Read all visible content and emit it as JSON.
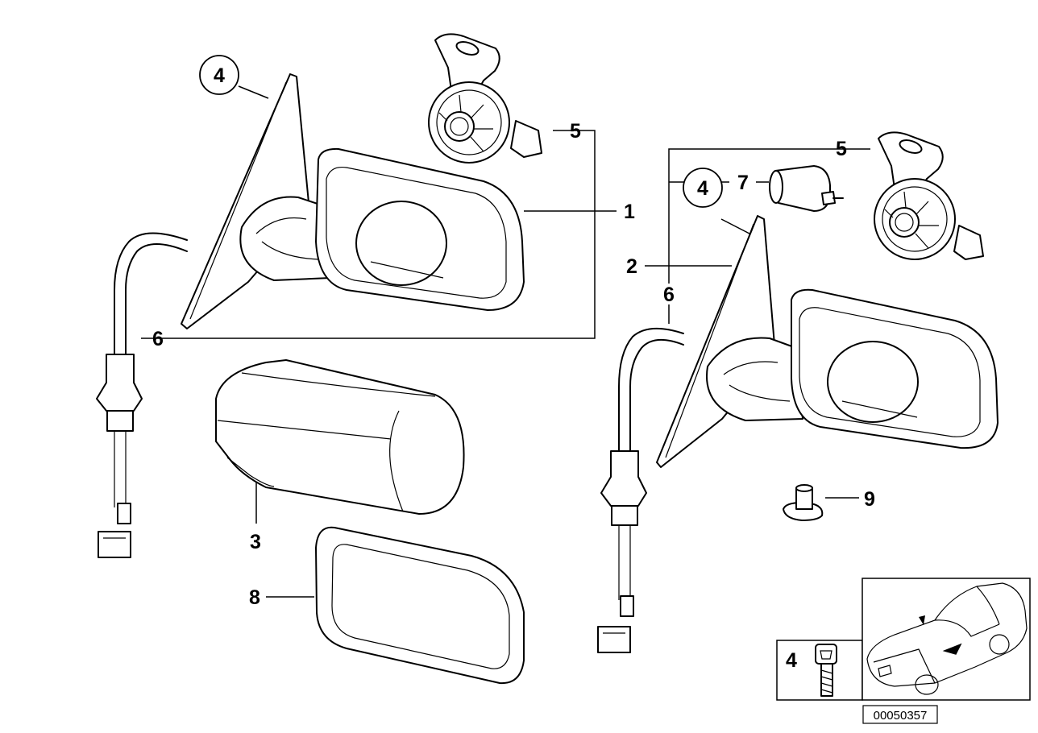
{
  "callouts": {
    "c1": "1",
    "c2": "2",
    "c3": "3",
    "c4_left": "4",
    "c4_right": "4",
    "c4_inset": "4",
    "c5_left": "5",
    "c5_right": "5",
    "c6_left": "6",
    "c6_right": "6",
    "c7": "7",
    "c8": "8",
    "c9": "9"
  },
  "diagram_code": "00050357",
  "icons": [
    "mirror-assembly",
    "mirror-glass",
    "mirror-cover",
    "motor",
    "cable",
    "plug",
    "screw",
    "grommet",
    "car"
  ]
}
